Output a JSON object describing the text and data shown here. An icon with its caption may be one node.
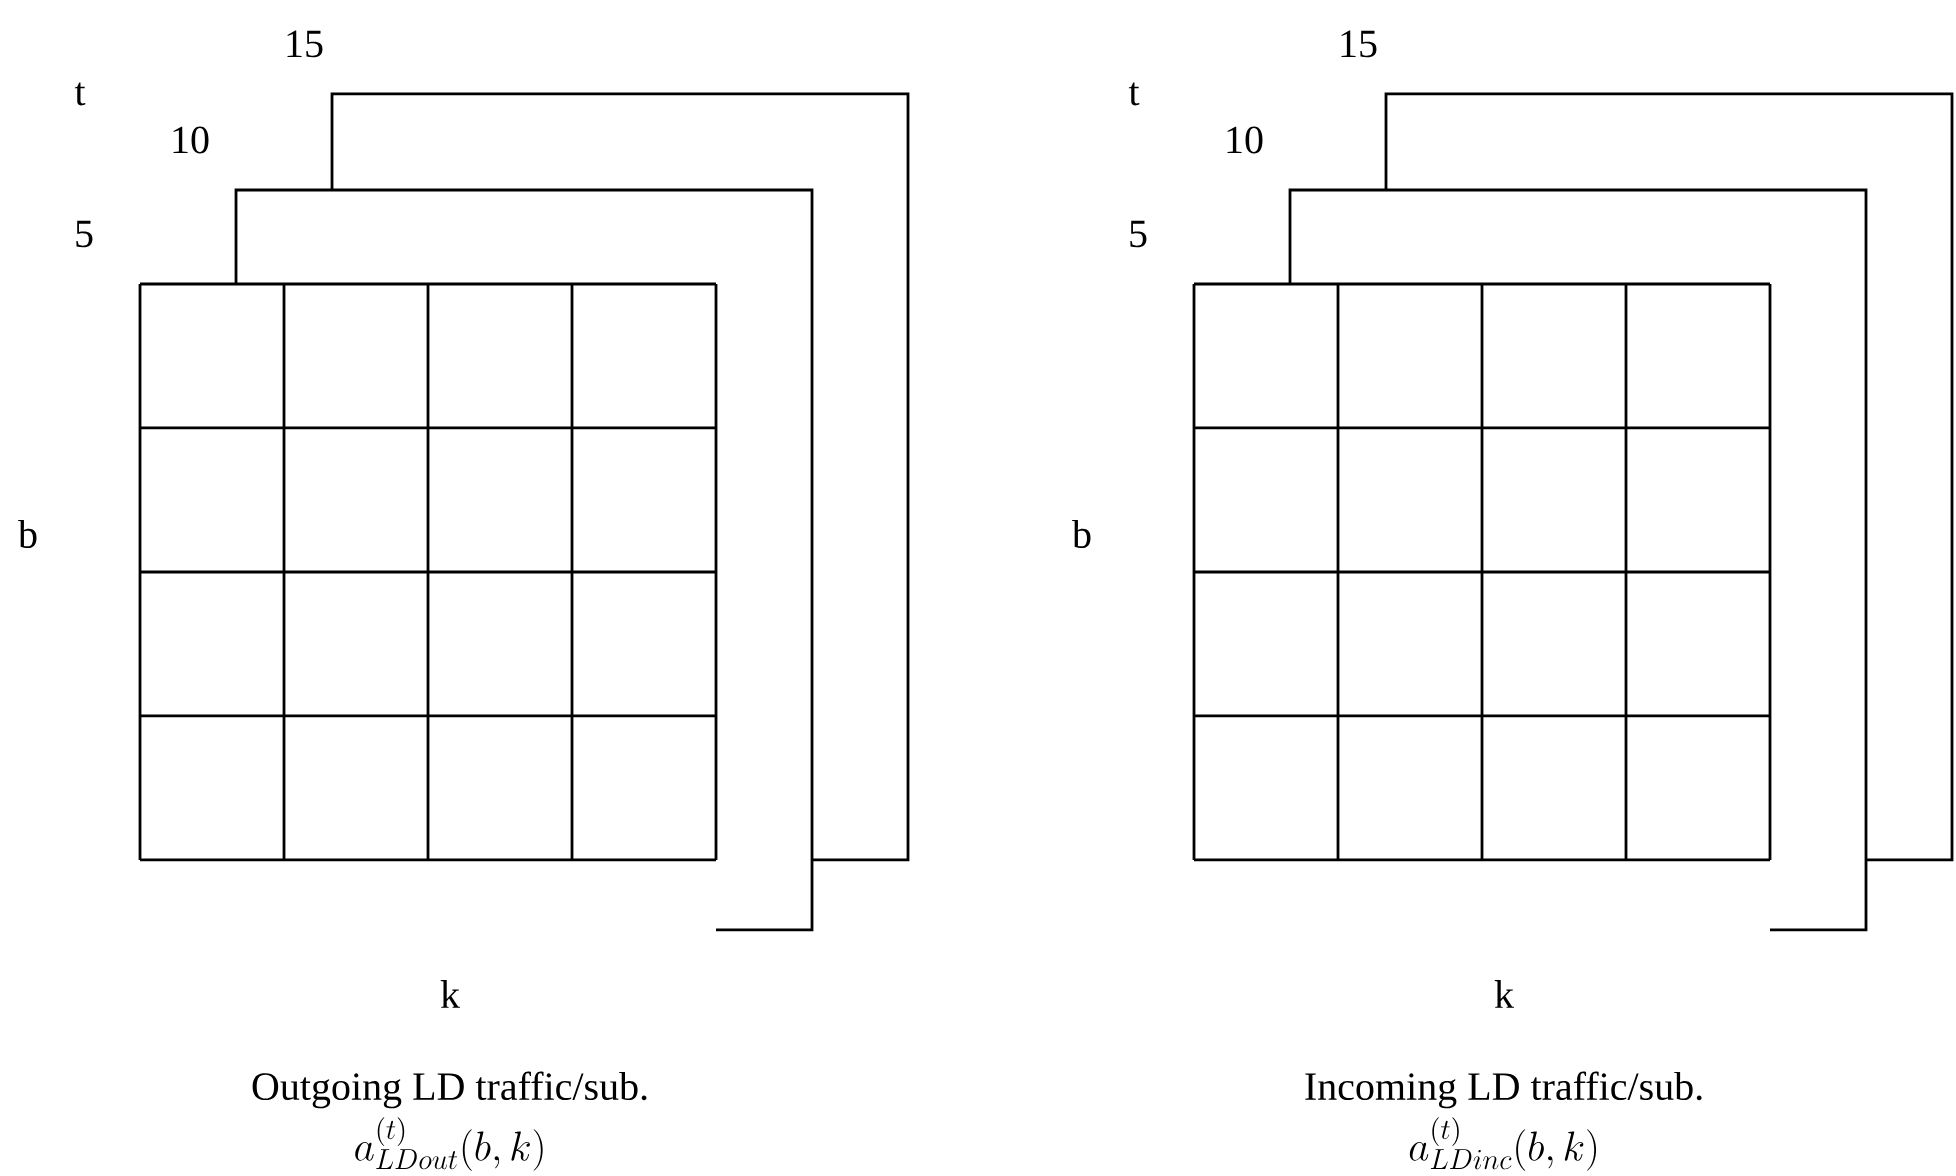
{
  "diagram": {
    "labels": [
      "15",
      "15",
      "t",
      "t",
      "10",
      "10",
      "5",
      "5",
      "b",
      "b",
      "k",
      "k",
      "Outgoing LD traffic/sub.",
      "Incoming LD traffic/sub.",
      "a^{(t)}_{LDout}(b,k)",
      "a^{(t)}_{LDinc}(b,k)"
    ]
  }
}
